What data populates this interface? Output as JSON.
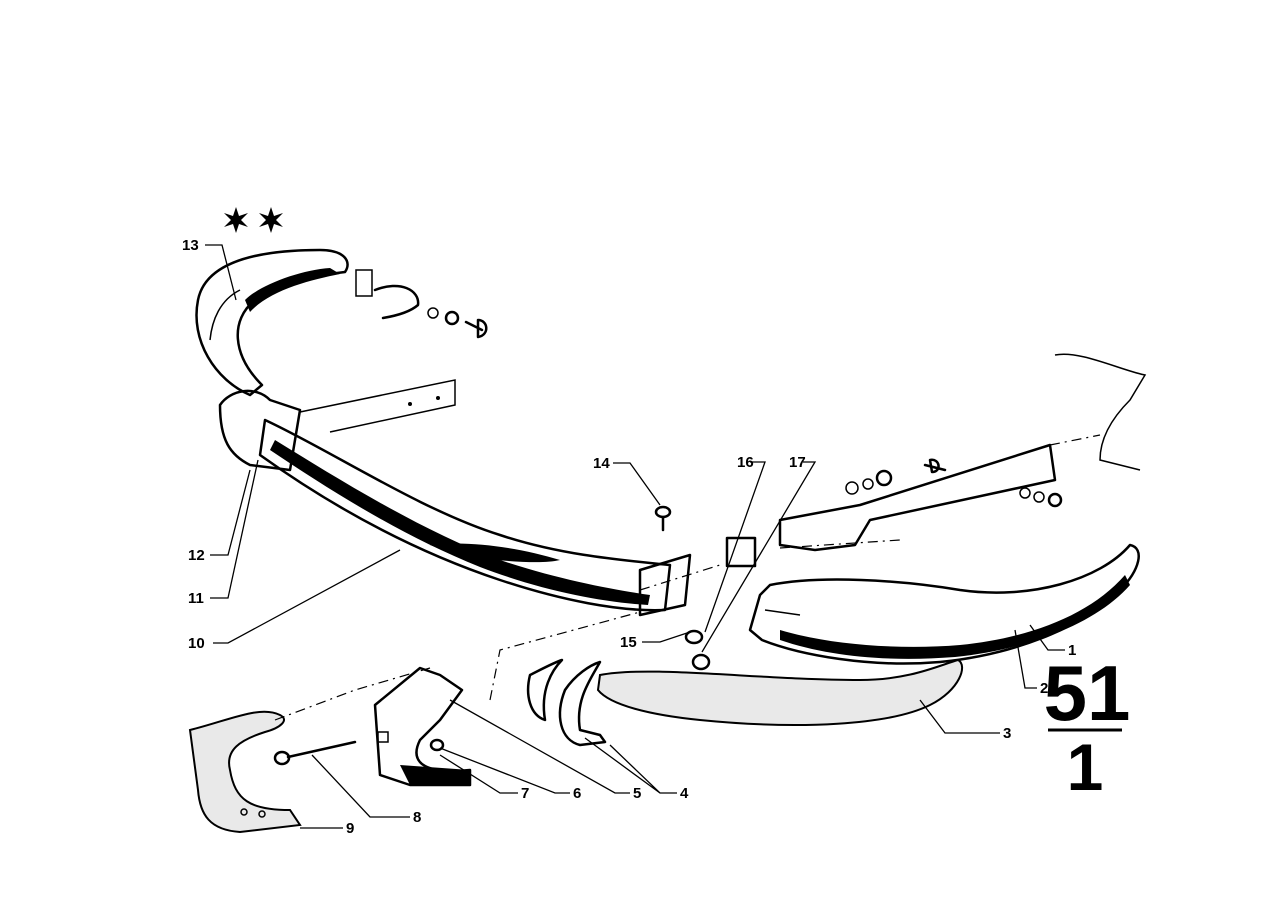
{
  "diagram": {
    "group": {
      "main": "51",
      "sub": "1"
    },
    "callouts": [
      {
        "id": "c1",
        "label": "1"
      },
      {
        "id": "c2",
        "label": "2"
      },
      {
        "id": "c3",
        "label": "3"
      },
      {
        "id": "c4",
        "label": "4"
      },
      {
        "id": "c5",
        "label": "5"
      },
      {
        "id": "c6",
        "label": "6"
      },
      {
        "id": "c7",
        "label": "7"
      },
      {
        "id": "c8",
        "label": "8"
      },
      {
        "id": "c9",
        "label": "9"
      },
      {
        "id": "c10",
        "label": "10"
      },
      {
        "id": "c11",
        "label": "11"
      },
      {
        "id": "c12",
        "label": "12"
      },
      {
        "id": "c13",
        "label": "13"
      },
      {
        "id": "c14",
        "label": "14"
      },
      {
        "id": "c15",
        "label": "15"
      },
      {
        "id": "c16",
        "label": "16"
      },
      {
        "id": "c17",
        "label": "17"
      }
    ],
    "marker_icon": "double-asterisk-icon"
  }
}
